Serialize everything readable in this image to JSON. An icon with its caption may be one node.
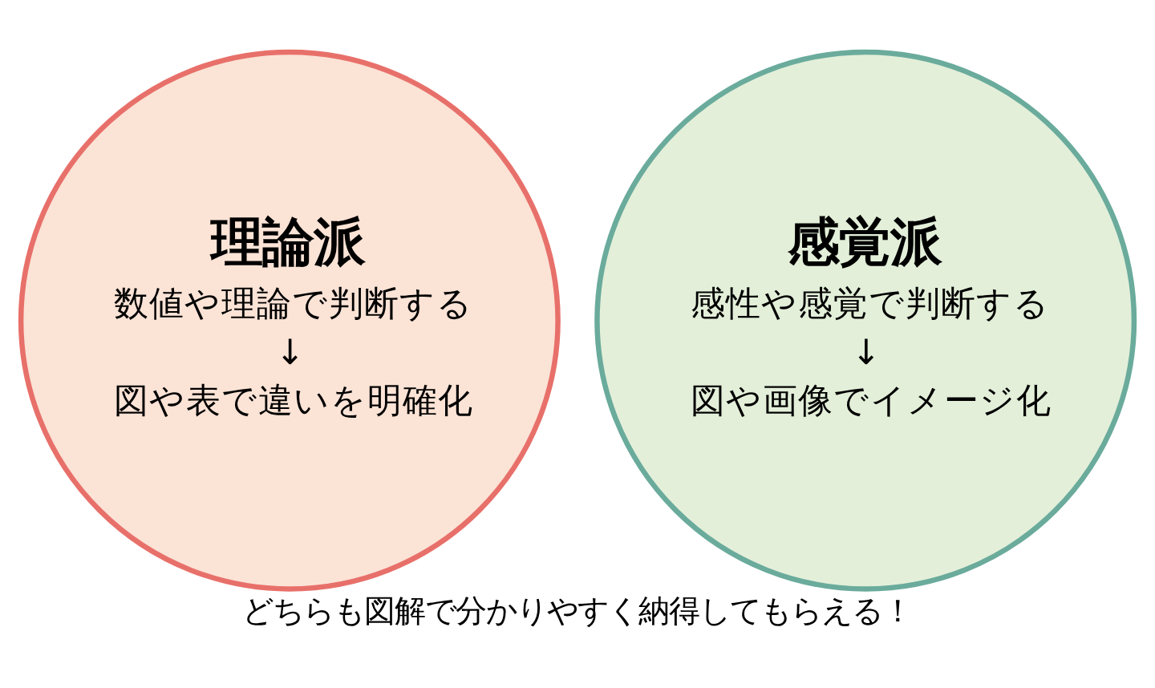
{
  "diagram": {
    "caption": "どちらも図解で分かりやすく納得してもらえる！",
    "nodes": [
      {
        "text": [
          "理論派",
          "数値や理論で判断する",
          "↓",
          "図や表で違いを明確化"
        ]
      },
      {
        "text": [
          "感覚派",
          "感性や感覚で判断する",
          "↓",
          "図や画像でイメージ化"
        ]
      }
    ],
    "edges": []
  }
}
